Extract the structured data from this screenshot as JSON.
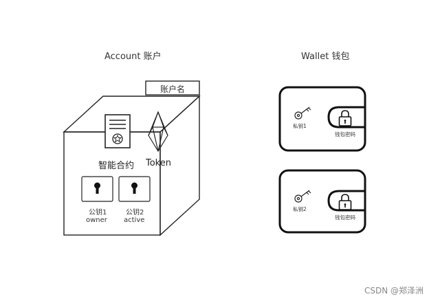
{
  "account": {
    "title": "Account 账户",
    "name_tab": "账户名",
    "smart_contract": "智能合约",
    "token": "Token",
    "keys": [
      {
        "name": "公钥1",
        "role": "owner"
      },
      {
        "name": "公钥2",
        "role": "active"
      }
    ]
  },
  "wallet": {
    "title": "Wallet 钱包",
    "cards": [
      {
        "private_key": "私钥1",
        "password": "钱包密码"
      },
      {
        "private_key": "私钥2",
        "password": "钱包密码"
      }
    ]
  },
  "watermark": "CSDN @郑泽洲"
}
